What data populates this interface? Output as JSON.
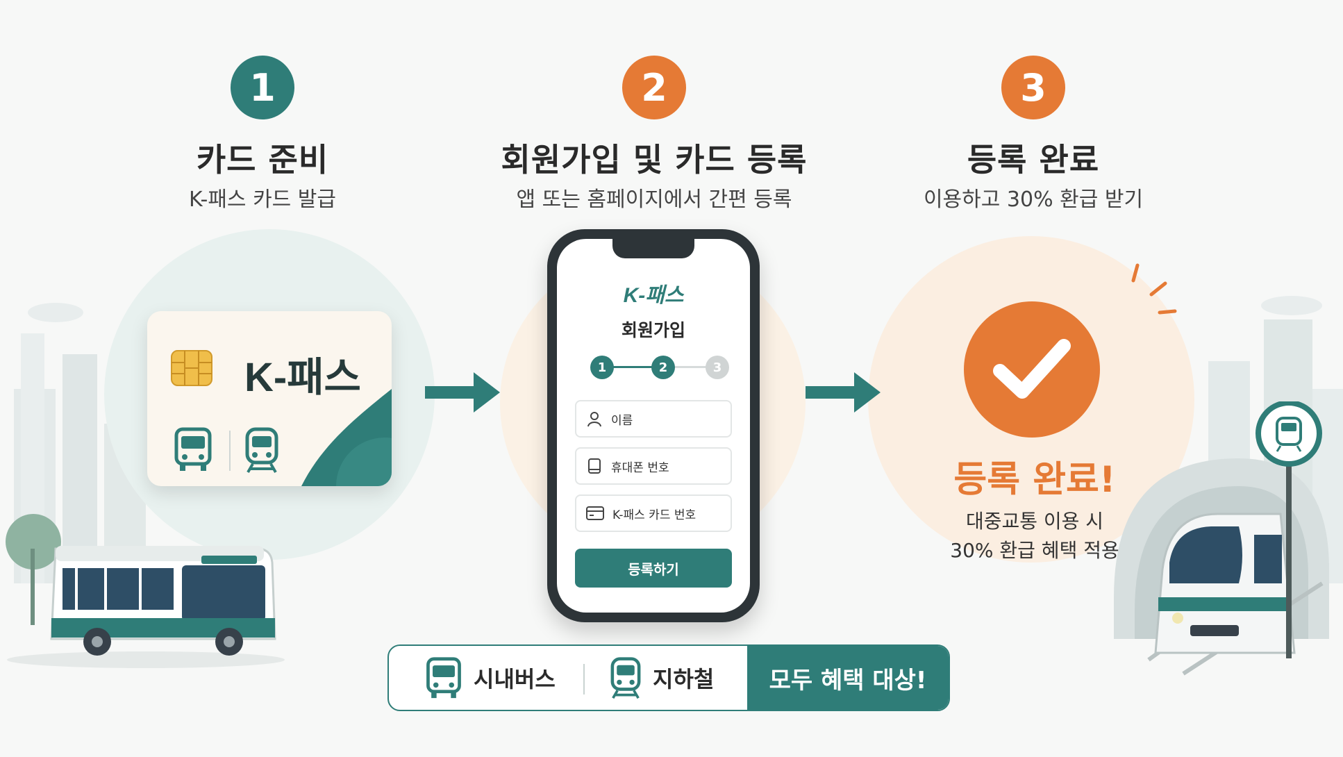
{
  "steps": [
    {
      "number": "1",
      "title": "카드 준비",
      "subtitle": "K-패스 카드 발급"
    },
    {
      "number": "2",
      "title": "회원가입 및 카드 등록",
      "subtitle": "앱 또는 홈페이지에서 간편 등록"
    },
    {
      "number": "3",
      "title": "등록 완료",
      "subtitle": "이용하고 30% 환급 받기"
    }
  ],
  "card": {
    "brand": "K-패스"
  },
  "phone": {
    "logo": "K-패스",
    "heading": "회원가입",
    "stepper": [
      "1",
      "2",
      "3"
    ],
    "fields": {
      "name_placeholder": "이름",
      "phone_placeholder": "휴대폰 번호",
      "card_placeholder": "K-패스 카드 번호"
    },
    "submit_label": "등록하기"
  },
  "complete": {
    "title": "등록 완료!",
    "desc_line1": "대중교통 이용 시",
    "desc_line2": "30% 환급 혜택 적용"
  },
  "banner": {
    "bus_label": "시내버스",
    "subway_label": "지하철",
    "cta_label": "모두 혜택 대상!"
  },
  "colors": {
    "teal": "#2f7d78",
    "orange": "#e57a35",
    "light_teal": "#e6f0ee",
    "light_orange": "#fbeee1"
  },
  "icons": [
    "chip-icon",
    "bus-icon",
    "subway-icon",
    "arrow-right-icon",
    "user-icon",
    "phone-icon",
    "card-icon",
    "checkmark-icon",
    "subway-sign-icon"
  ]
}
